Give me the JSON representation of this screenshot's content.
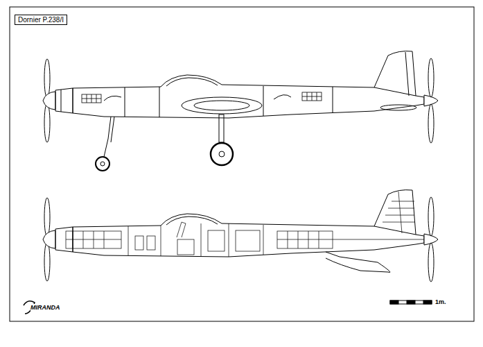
{
  "diagram": {
    "nodes": [
      {
        "text": [
          "Dornier P.238/I"
        ]
      }
    ],
    "labels": [
      "1m.",
      "MIRANDA"
    ]
  }
}
